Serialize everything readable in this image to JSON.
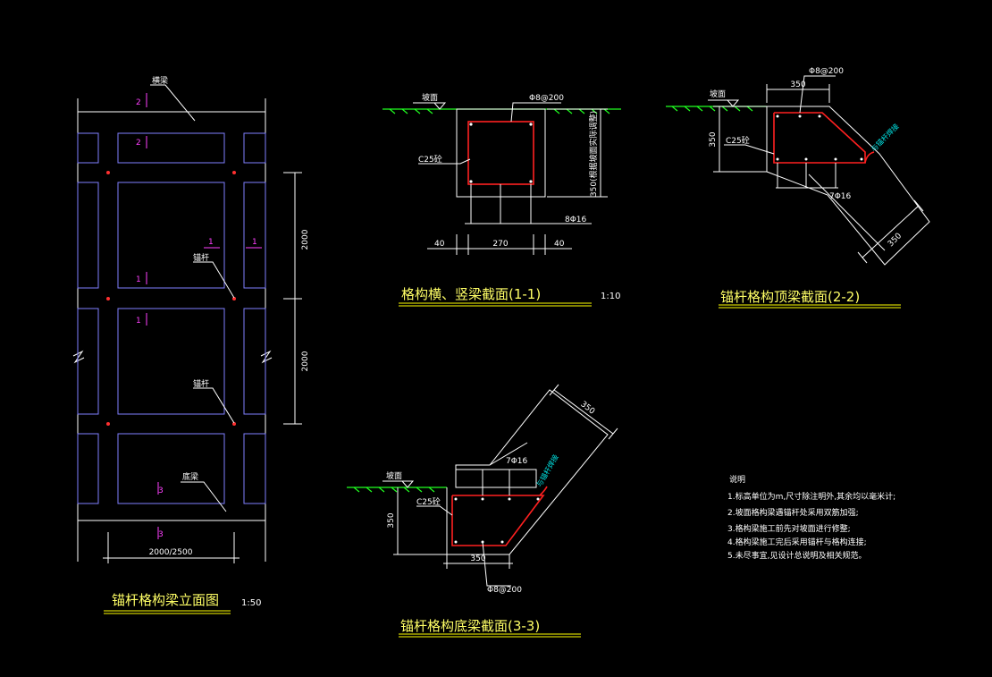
{
  "elevation": {
    "title": "锚杆格构梁立面图",
    "scale": "1:50",
    "dim_width": "2000/2500",
    "dim_height_1": "2000",
    "dim_height_2": "2000",
    "label_top_beam": "横梁",
    "label_anchor_1": "锚杆",
    "label_anchor_2": "锚杆",
    "label_bottom_beam": "底梁",
    "sec1": "1",
    "sec2": "2",
    "sec3": "3"
  },
  "section_11": {
    "title": "格构横、竖梁截面(1-1)",
    "scale": "1:10",
    "ground": "坡面",
    "stirrup": "Φ8@200",
    "concrete": "C25砼",
    "main_bar": "8Φ16",
    "dim_depth": "350(根据坡面实际调整)",
    "dim_left": "40",
    "dim_mid": "270",
    "dim_right": "40"
  },
  "section_22": {
    "title": "锚杆格构顶梁截面(2-2)",
    "ground": "坡面",
    "stirrup": "Φ8@200",
    "dim_top": "350",
    "dim_height": "350",
    "concrete": "C25砼",
    "main_bar": "7Φ16",
    "dim_diag": "350",
    "tie_note": "与锚杆焊接"
  },
  "section_33": {
    "title": "锚杆格构底梁截面(3-3)",
    "ground": "坡面",
    "concrete": "C25砼",
    "main_bar": "7Φ16",
    "dim_diag": "350",
    "dim_height": "350",
    "dim_bottom": "350",
    "stirrup": "Φ8@200",
    "tie_note": "与锚杆焊接"
  },
  "notes": {
    "heading": "说明",
    "items": [
      "1.标高单位为m,尺寸除注明外,其余均以毫米计;",
      "2.坡面格构梁遇锚杆处采用双筋加强;",
      "3.格构梁施工前先对坡面进行修整;",
      "4.格构梁施工完后采用锚杆与格构连接;",
      "5.未尽事宜,见设计总说明及相关规范。"
    ]
  },
  "colors": {
    "background": "#000000",
    "beam_outline": "#ffffff",
    "panel": "#8080ff",
    "rebar": "#ff2020",
    "dimension": "#00e0e0",
    "ground_hatch": "#20ff20",
    "title": "#ffff66",
    "section_marker": "#ff40ff"
  }
}
